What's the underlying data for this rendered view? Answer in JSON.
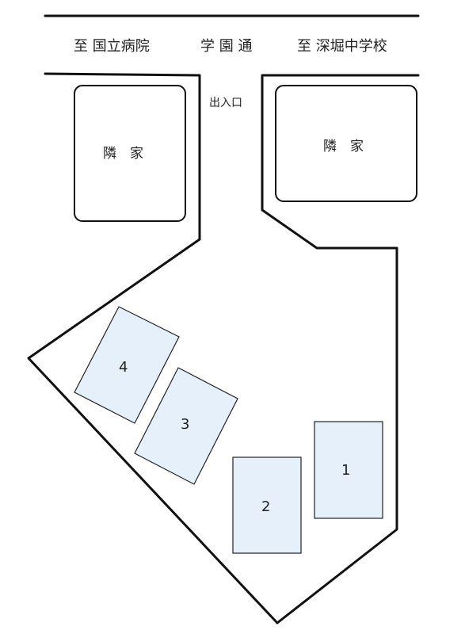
{
  "road": {
    "left_label": "至 国立病院",
    "center_label": "学 園 通",
    "right_label": "至 深堀中学校"
  },
  "entrance_label": "出入口",
  "neighbors": [
    {
      "label": "隣　家"
    },
    {
      "label": "隣　家"
    }
  ],
  "parking_slots": [
    {
      "number": "1"
    },
    {
      "number": "2"
    },
    {
      "number": "3"
    },
    {
      "number": "4"
    }
  ],
  "colors": {
    "line": "#111111",
    "slot_fill": "#e6f0fb",
    "background": "#ffffff"
  }
}
